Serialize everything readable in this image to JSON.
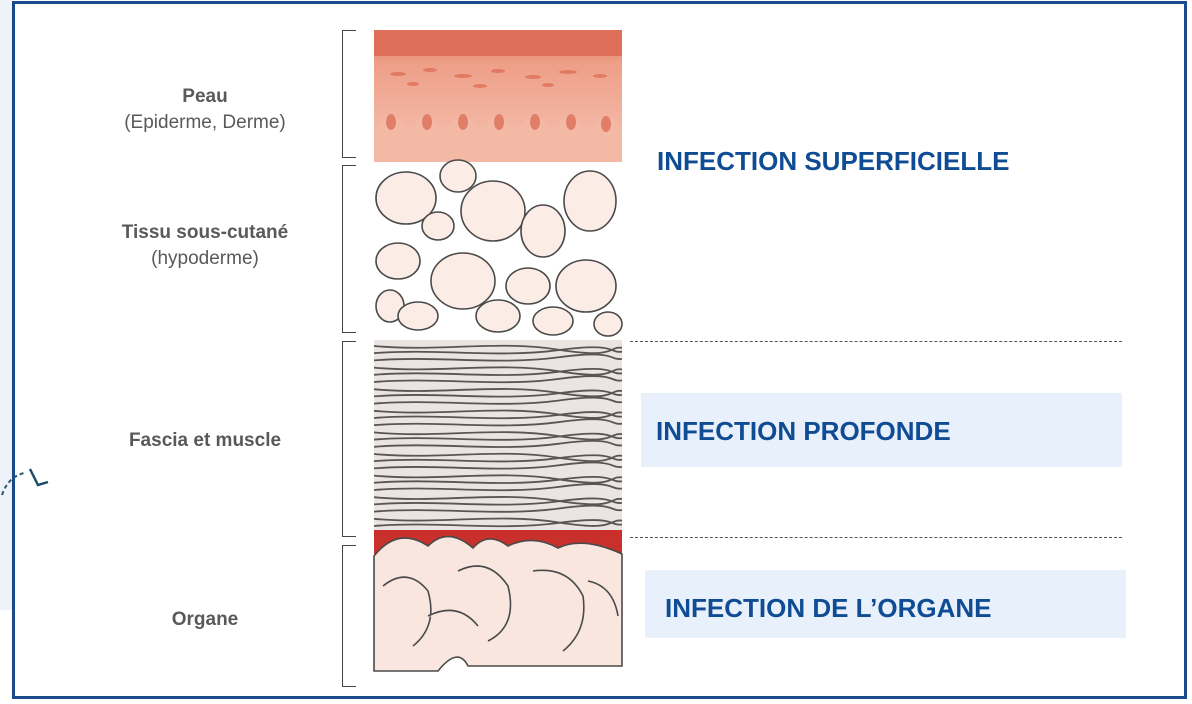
{
  "layers": [
    {
      "title": "Peau",
      "subtitle": "(Epiderme, Derme)"
    },
    {
      "title": "Tissu sous-cutané",
      "subtitle": "(hypoderme)"
    },
    {
      "title": "Fascia et muscle",
      "subtitle": ""
    },
    {
      "title": "Organe",
      "subtitle": ""
    }
  ],
  "infections": {
    "superficial": "INFECTION SUPERFICIELLE",
    "deep": "INFECTION PROFONDE",
    "organ": "INFECTION DE L’ORGANE"
  },
  "colors": {
    "frame": "#1b4a8c",
    "infection_text": "#0f4c94",
    "infection_box": "#e8f0fb",
    "skin": "#e58a72",
    "organ_blood": "#c9302c"
  },
  "icons": [
    "decorative-arrow-icon"
  ]
}
